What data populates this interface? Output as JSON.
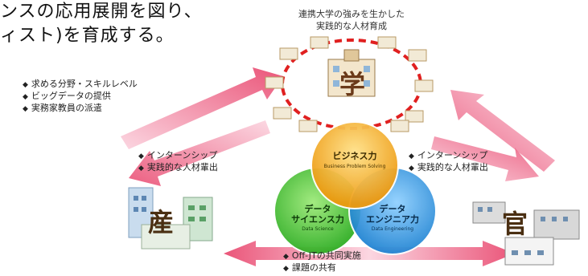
{
  "heading": {
    "line1": "ンスの応用展開を図り、",
    "line2": "ィスト)を育成する。"
  },
  "top_caption": {
    "line1": "連携大学の強みを生かした",
    "line2": "実践的な人材育成"
  },
  "nodes": {
    "academia": "学",
    "industry": "産",
    "government": "官"
  },
  "industry_to_academia": [
    "求める分野・スキルレベル",
    "ビッグデータの提供",
    "実務家教員の派遣"
  ],
  "academia_to_industry": [
    "インターンシップ",
    "実践的な人材輩出"
  ],
  "academia_to_government": [
    "インターンシップ",
    "実践的な人材輩出"
  ],
  "industry_government": [
    "Off-JTの共同実施",
    "課題の共有"
  ],
  "circles": {
    "business": {
      "title": "ビジネス力",
      "subtitle": "Business Problem Solving"
    },
    "science": {
      "title1": "データ",
      "title2": "サイエンス力",
      "subtitle": "Data Science"
    },
    "engineering": {
      "title1": "データ",
      "title2": "エンジニア力",
      "subtitle": "Data Engineering"
    }
  },
  "colors": {
    "business": "#f0a21c",
    "science": "#3fc12e",
    "engineering": "#2a93dd",
    "arrow": "#e8426a",
    "ring": "#e02020"
  }
}
